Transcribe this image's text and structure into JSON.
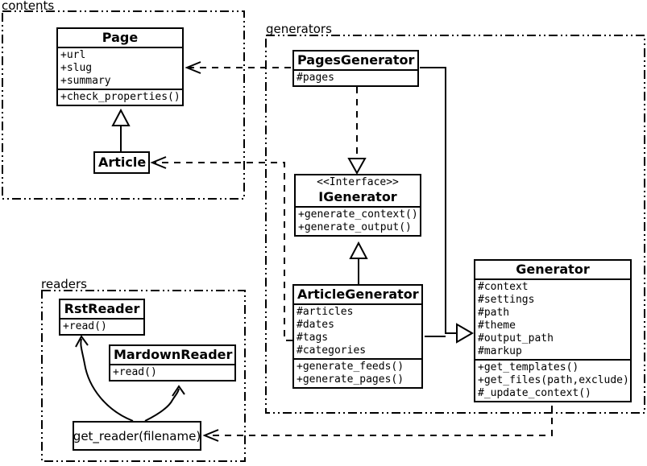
{
  "packages": {
    "contents": {
      "label": "contents"
    },
    "generators": {
      "label": "generators"
    },
    "readers": {
      "label": "readers"
    }
  },
  "classes": {
    "page": {
      "name": "Page",
      "attributes": [
        "+url",
        "+slug",
        "+summary"
      ],
      "methods": [
        "+check_properties()"
      ]
    },
    "article": {
      "name": "Article"
    },
    "pages_generator": {
      "name": "PagesGenerator",
      "attributes": [
        "#pages"
      ]
    },
    "igenerator": {
      "stereotype": "<<Interface>>",
      "name": "IGenerator",
      "methods": [
        "+generate_context()",
        "+generate_output()"
      ]
    },
    "article_generator": {
      "name": "ArticleGenerator",
      "attributes": [
        "#articles",
        "#dates",
        "#tags",
        "#categories"
      ],
      "methods": [
        "+generate_feeds()",
        "+generate_pages()"
      ]
    },
    "generator": {
      "name": "Generator",
      "attributes": [
        "#context",
        "#settings",
        "#path",
        "#theme",
        "#output_path",
        "#markup"
      ],
      "methods": [
        "+get_templates()",
        "+get_files(path,exclude)",
        "#_update_context()"
      ]
    },
    "rst_reader": {
      "name": "RstReader",
      "methods": [
        "+read()"
      ]
    },
    "mardown_reader": {
      "name": "MardownReader",
      "methods": [
        "+read()"
      ]
    }
  },
  "functions": {
    "get_reader": {
      "label": "get_reader(filename)"
    }
  },
  "relationships": [
    {
      "from": "Article",
      "to": "Page",
      "type": "inheritance"
    },
    {
      "from": "PagesGenerator",
      "to": "Page",
      "type": "dependency"
    },
    {
      "from": "ArticleGenerator",
      "to": "Article",
      "type": "dependency"
    },
    {
      "from": "PagesGenerator",
      "to": "IGenerator",
      "type": "realization"
    },
    {
      "from": "ArticleGenerator",
      "to": "IGenerator",
      "type": "inheritance"
    },
    {
      "from": "PagesGenerator",
      "to": "Generator",
      "type": "inheritance"
    },
    {
      "from": "ArticleGenerator",
      "to": "Generator",
      "type": "inheritance"
    },
    {
      "from": "Generator",
      "to": "get_reader(filename)",
      "type": "dependency"
    },
    {
      "from": "get_reader(filename)",
      "to": "RstReader",
      "type": "association"
    },
    {
      "from": "get_reader(filename)",
      "to": "MardownReader",
      "type": "association"
    }
  ]
}
